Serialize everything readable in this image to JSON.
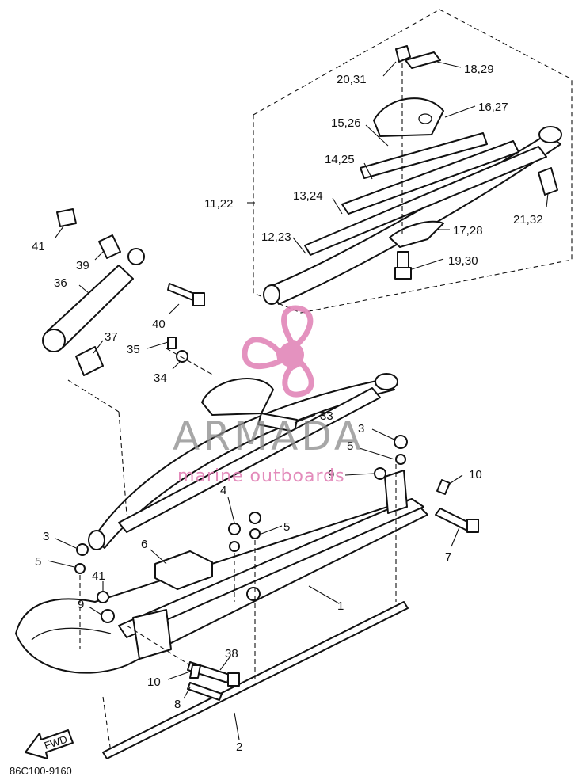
{
  "diagram_code": "86C100-9160",
  "watermark": {
    "brand": "ARMADA",
    "tagline": "marine outboards",
    "brand_color": "#e07fb4"
  },
  "arrow_label": "FWD",
  "callouts": {
    "p20_31": "20,31",
    "p18_29": "18,29",
    "p16_27": "16,27",
    "p15_26": "15,26",
    "p14_25": "14,25",
    "p13_24": "13,24",
    "p11_22": "11,22",
    "p12_23": "12,23",
    "p17_28": "17,28",
    "p21_32": "21,32",
    "p19_30": "19,30",
    "p41a": "41",
    "p39": "39",
    "p36": "36",
    "p40": "40",
    "p37": "37",
    "p35": "35",
    "p34": "34",
    "p33": "33",
    "p3a": "3",
    "p5a": "5",
    "p9a": "9",
    "p10a": "10",
    "p7": "7",
    "p4": "4",
    "p5b": "5",
    "p6": "6",
    "p3b": "3",
    "p5c": "5",
    "p41b": "41",
    "p9b": "9",
    "p1": "1",
    "p38": "38",
    "p10b": "10",
    "p8": "8",
    "p2": "2"
  }
}
